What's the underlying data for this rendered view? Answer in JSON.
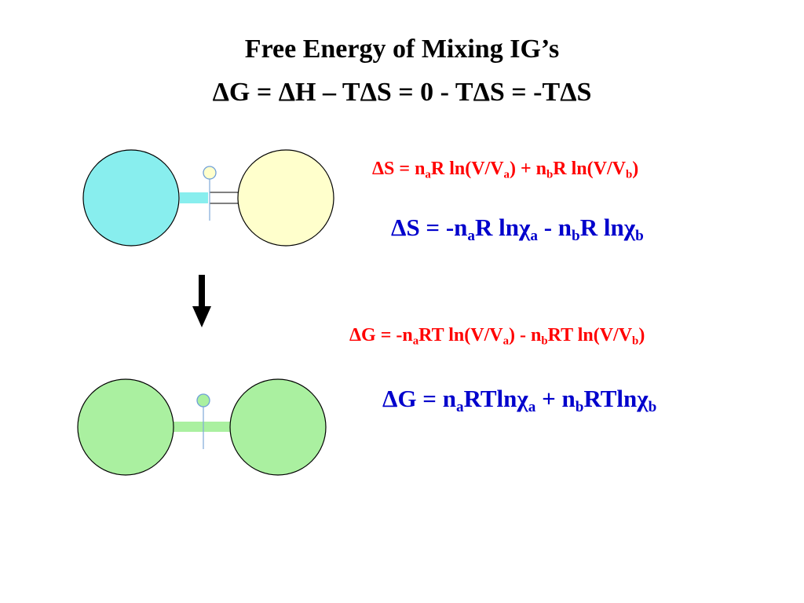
{
  "title": "Free Energy of Mixing IG’s",
  "subtitle": {
    "d1": "Δ",
    "p1": "G = ",
    "d2": "Δ",
    "p2": "H – T",
    "d3": "Δ",
    "p3": "S = 0 - T",
    "d4": "Δ",
    "p4": "S = -T",
    "d5": "Δ",
    "p5": "S"
  },
  "eq_entropy_volume": {
    "delta": "Δ",
    "t1": "S  = n",
    "s1": "a",
    "t2": "R ln(V/V",
    "s2": "a",
    "t3": ")  +  n",
    "s3": "b",
    "t4": "R ln(V/V",
    "s4": "b",
    "t5": ")"
  },
  "eq_entropy_molefraction": {
    "delta": "Δ",
    "t1": "S  = -n",
    "s1": "a",
    "t2": "R ln",
    "chi1": "χ",
    "s2": "a",
    "t3": "  -  n",
    "s3": "b",
    "t4": "R ln",
    "chi2": "χ",
    "s4": "b"
  },
  "eq_gibbs_volume": {
    "delta": "Δ",
    "t1": "G  = -n",
    "s1": "a",
    "t2": "RT ln(V/V",
    "s2": "a",
    "t3": ")  -  n",
    "s3": "b",
    "t4": "RT ln(V/V",
    "s4": "b",
    "t5": ")"
  },
  "eq_gibbs_molefraction": {
    "delta": "Δ",
    "t1": "G  = n",
    "s1": "a",
    "t2": "RTln",
    "chi1": "χ",
    "s2": "a",
    "t3": "  +  n",
    "s3": "b",
    "t4": "RTln",
    "chi2": "χ",
    "s4": "b"
  },
  "colors": {
    "gas_a": "#88eeee",
    "gas_b": "#ffffcc",
    "mixed": "#aaf0a0",
    "equation_red": "#ff0000",
    "equation_blue": "#0000cc",
    "valve_stem": "#7fa8d8"
  }
}
